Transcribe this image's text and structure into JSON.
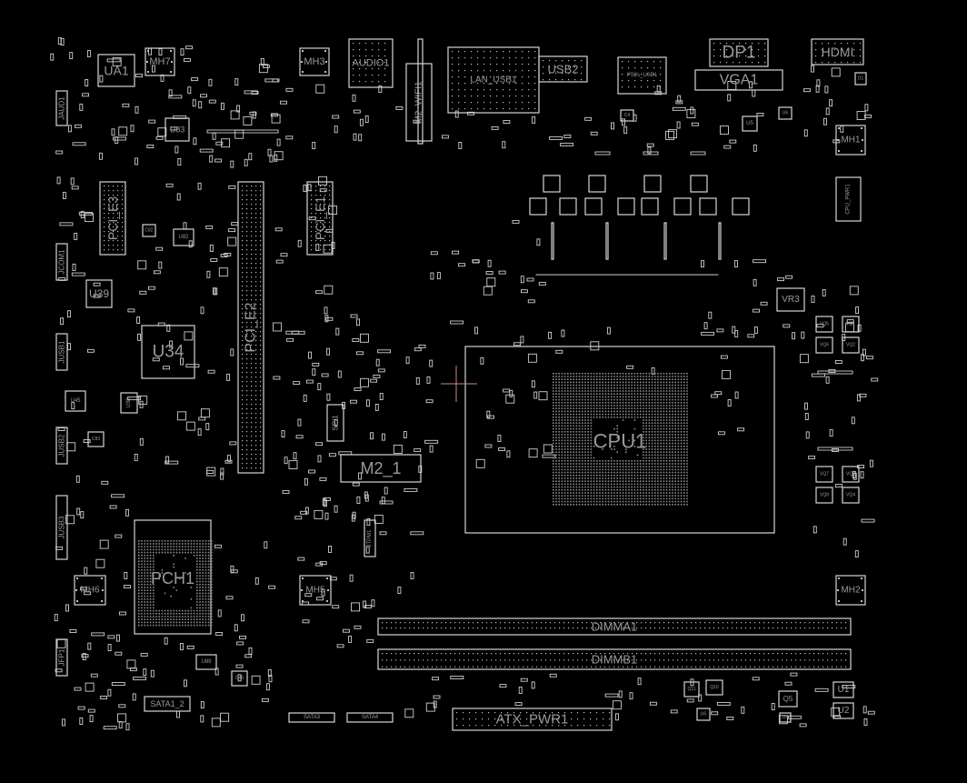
{
  "view": {
    "background": "#000000",
    "outline_color": "#d4d4d4",
    "label_color": "#9a9a9a",
    "cursor_color": "#c98a8a"
  },
  "components": [
    {
      "id": "UA1",
      "label": "UA1"
    },
    {
      "id": "MH7",
      "label": "MH7"
    },
    {
      "id": "MH3",
      "label": "MH3"
    },
    {
      "id": "AUDIO1",
      "label": "AUDIO1"
    },
    {
      "id": "M2_WIFI1",
      "label": "M2_WIFI1"
    },
    {
      "id": "LAN_USB1",
      "label": "LAN_USB1"
    },
    {
      "id": "USB2",
      "label": "USB2"
    },
    {
      "id": "PS2s_USB1",
      "label": "PS2s_USB1"
    },
    {
      "id": "DP1",
      "label": "DP1"
    },
    {
      "id": "VGA1",
      "label": "VGA1"
    },
    {
      "id": "HDMI",
      "label": "HDMI"
    },
    {
      "id": "MH1",
      "label": "MH1"
    },
    {
      "id": "CPU_PWR1",
      "label": "CPU_PWR1"
    },
    {
      "id": "JAUD1",
      "label": "JAUD1"
    },
    {
      "id": "U83",
      "label": "U83"
    },
    {
      "id": "UA1b",
      "label": "UA1"
    },
    {
      "id": "PCI_E3",
      "label": "PCI_E3"
    },
    {
      "id": "PCI_E2",
      "label": "PCI_E2"
    },
    {
      "id": "PCI_E1",
      "label": "PCI_E1"
    },
    {
      "id": "C82",
      "label": "C82"
    },
    {
      "id": "U82",
      "label": "U82"
    },
    {
      "id": "JCOM1",
      "label": "JCOM1"
    },
    {
      "id": "U39",
      "label": "U39"
    },
    {
      "id": "U34",
      "label": "U34"
    },
    {
      "id": "JUSB1",
      "label": "JUSB1"
    },
    {
      "id": "U45",
      "label": "U45"
    },
    {
      "id": "U38",
      "label": "U38"
    },
    {
      "id": "C83",
      "label": "C83"
    },
    {
      "id": "JUSB2",
      "label": "JUSB2"
    },
    {
      "id": "SPI1",
      "label": "SPI1"
    },
    {
      "id": "M2_1",
      "label": "M2_1"
    },
    {
      "id": "CPU1",
      "label": "CPU1"
    },
    {
      "id": "JUSB3",
      "label": "JUSB3"
    },
    {
      "id": "PCH1",
      "label": "PCH1"
    },
    {
      "id": "MH6",
      "label": "MH6"
    },
    {
      "id": "MH5",
      "label": "MH5"
    },
    {
      "id": "MH2",
      "label": "MH2"
    },
    {
      "id": "JTPM1",
      "label": "JTPM1"
    },
    {
      "id": "DIMMA1",
      "label": "DIMMA1"
    },
    {
      "id": "DIMMB1",
      "label": "DIMMB1"
    },
    {
      "id": "JFP1",
      "label": "JFP1"
    },
    {
      "id": "U89",
      "label": "U89"
    },
    {
      "id": "C40",
      "label": "C40"
    },
    {
      "id": "SATA1_2",
      "label": "SATA1_2"
    },
    {
      "id": "SATA3",
      "label": "SATA3"
    },
    {
      "id": "SATA4",
      "label": "SATA4"
    },
    {
      "id": "ATX_PWR1",
      "label": "ATX_PWR1"
    },
    {
      "id": "Q11",
      "label": "Q11"
    },
    {
      "id": "Q10",
      "label": "Q10"
    },
    {
      "id": "U6b",
      "label": "U6"
    },
    {
      "id": "U4",
      "label": "U4"
    },
    {
      "id": "Q5",
      "label": "Q5"
    },
    {
      "id": "U1",
      "label": "U1"
    },
    {
      "id": "U2",
      "label": "U2"
    },
    {
      "id": "U5",
      "label": "U5"
    },
    {
      "id": "U6",
      "label": "U6"
    },
    {
      "id": "D1",
      "label": "D1"
    },
    {
      "id": "C4",
      "label": "C4"
    },
    {
      "id": "VR3",
      "label": "VR3"
    },
    {
      "id": "VQ5",
      "label": "VQ5"
    },
    {
      "id": "VQ1",
      "label": "VQ1"
    },
    {
      "id": "VQ6",
      "label": "VQ6"
    },
    {
      "id": "VQ2",
      "label": "VQ2"
    },
    {
      "id": "VQ7",
      "label": "VQ7"
    },
    {
      "id": "VQ3",
      "label": "VQ3"
    },
    {
      "id": "VQ8",
      "label": "VQ8"
    },
    {
      "id": "VQ4",
      "label": "VQ4"
    }
  ]
}
